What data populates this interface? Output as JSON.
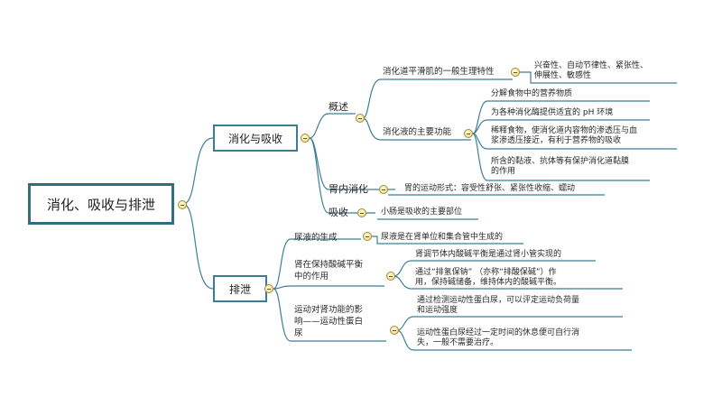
{
  "root": {
    "label": "消化、吸收与排泄"
  },
  "digestion": {
    "label": "消化与吸收",
    "overview": {
      "label": "概述",
      "smooth_muscle": {
        "label": "消化道平滑肌的一般生理特性",
        "detail_line1": "兴奋性、自动节律性、紧张性、",
        "detail_line2": "伸展性、敏感性"
      },
      "juice": {
        "label": "消化液的主要功能",
        "functions": [
          {
            "line1": "分解食物中的营养物质",
            "line2": ""
          },
          {
            "line1": "为各种消化酶提供适宜的  pH  环境",
            "line2": ""
          },
          {
            "line1": "稀释食物，使消化道内容物的渗透压与血",
            "line2": "浆渗透压接近，有利于营养物的吸收"
          },
          {
            "line1": "所含的黏液、抗体等有保护消化道黏膜",
            "line2": "的作用"
          }
        ]
      }
    },
    "stomach": {
      "label": "胃内消化",
      "detail": "胃的运动形式：容受性舒张、紧张性收缩、蠕动"
    },
    "absorption": {
      "label": "吸收",
      "detail": "小肠是吸收的主要部位"
    }
  },
  "excretion": {
    "label": "排泄",
    "urine": {
      "label": "尿液的生成",
      "detail": "尿液是在肾单位和集合管中生成的"
    },
    "acid_base": {
      "label_line1": "肾在保持酸碱平衡",
      "label_line2": "中的作用",
      "details": [
        {
          "line1": "肾调节体内酸碱平衡是通过肾小管实现的",
          "line2": ""
        },
        {
          "line1": "通过“排氢保钠”  （亦称“排酸保碱”）作",
          "line2": "用，保持碱储备，维持体内的酸碱平衡。"
        }
      ]
    },
    "exercise": {
      "label_line1": "运动对肾功能的影",
      "label_line2": "响——运动性蛋白",
      "label_line3": "尿",
      "details": [
        {
          "line1": "通过检测运动性蛋白尿，可以评定运动负荷量",
          "line2": "和运动强度"
        },
        {
          "line1": "运动性蛋白尿经过一定时间的休息便可自行消",
          "line2": "失，一般不需要治疗。"
        }
      ]
    }
  },
  "colors": {
    "branch_line": "#3f7f96",
    "root_border": "#2f6f86",
    "collapse_button": "#ffe27a"
  }
}
